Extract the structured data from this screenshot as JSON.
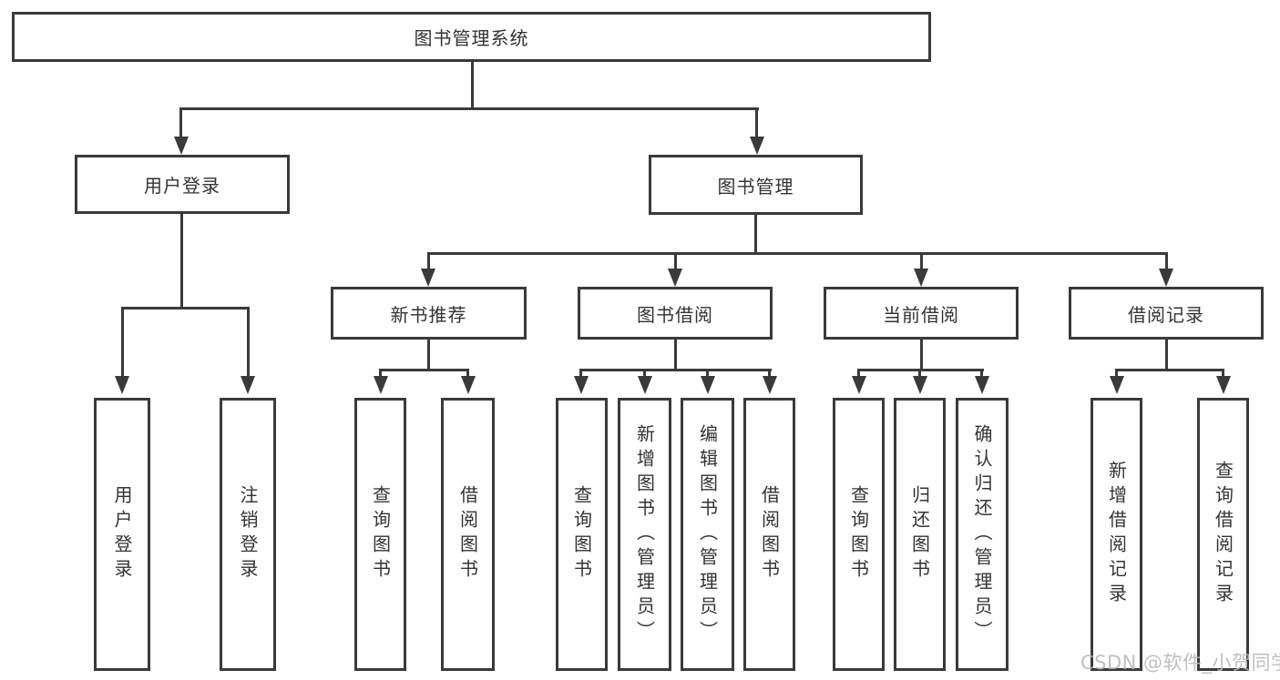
{
  "colors": {
    "line": "#3a3a3a",
    "border": "#3a3a3a",
    "text": "#333333",
    "bg": "#ffffff",
    "watermark": "#b9b9b9"
  },
  "watermark": {
    "text": "CSDN @软件_小贺同学"
  },
  "tree": {
    "root": {
      "label": "图书管理系统"
    },
    "branches": [
      {
        "label": "用户登录",
        "children": [
          {
            "label": "用户登录"
          },
          {
            "label": "注销登录"
          }
        ]
      },
      {
        "label": "图书管理",
        "children": [
          {
            "label": "新书推荐",
            "children": [
              {
                "label": "查询图书"
              },
              {
                "label": "借阅图书"
              }
            ]
          },
          {
            "label": "图书借阅",
            "children": [
              {
                "label": "查询图书"
              },
              {
                "label": "新增图书（管理员）"
              },
              {
                "label": "编辑图书（管理员）"
              },
              {
                "label": "借阅图书"
              }
            ]
          },
          {
            "label": "当前借阅",
            "children": [
              {
                "label": "查询图书"
              },
              {
                "label": "归还图书"
              },
              {
                "label": "确认归还（管理员）"
              }
            ]
          },
          {
            "label": "借阅记录",
            "children": [
              {
                "label": "新增借阅记录"
              },
              {
                "label": "查询借阅记录"
              }
            ]
          }
        ]
      }
    ]
  }
}
